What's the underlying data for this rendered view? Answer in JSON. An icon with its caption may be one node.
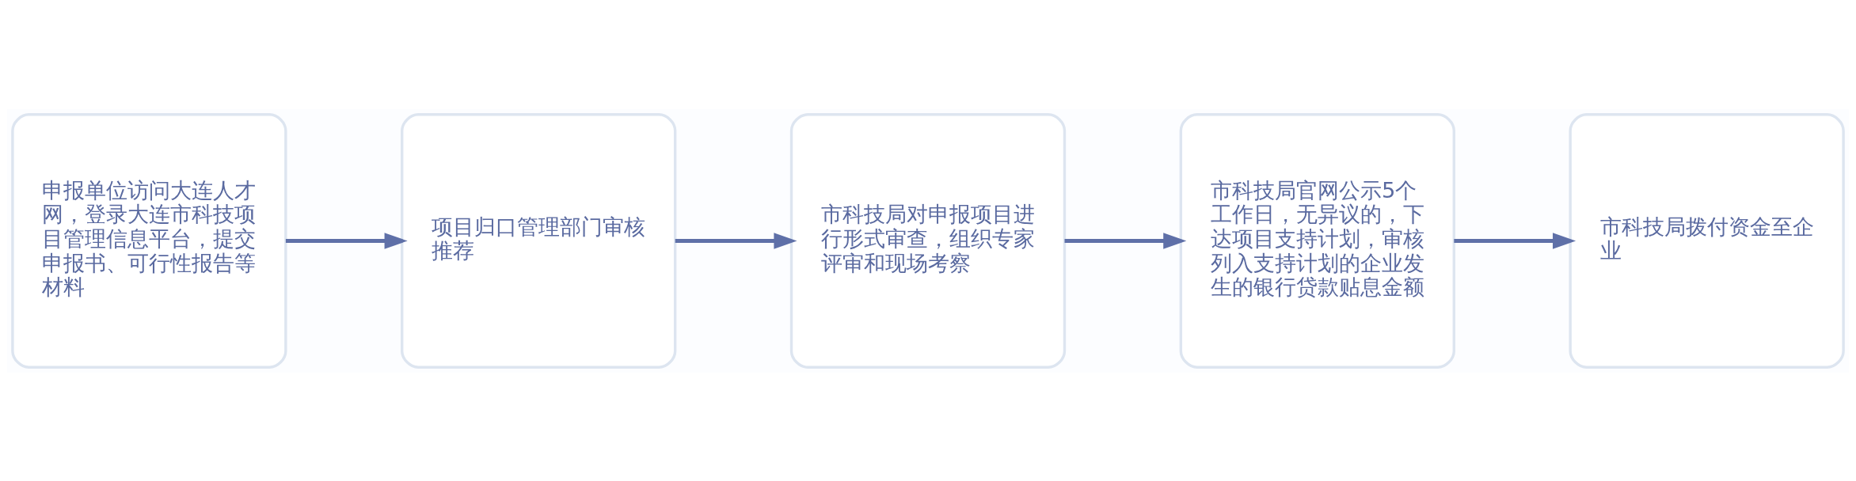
{
  "diagram": {
    "nodes": [
      {
        "text": [
          "申报单位访问大连人才网，登录大连市科技项目管理信息平台，提交申报书、可行性报告等材料"
        ]
      },
      {
        "text": [
          "项目归口管理部门审核推荐"
        ]
      },
      {
        "text": [
          "市科技局对申报项目进行形式审查，组织专家评审和现场考察"
        ]
      },
      {
        "text": [
          "市科技局官网公示5个工作日，无异议的，下达项目支持计划，审核列入支持计划的企业发生的银行贷款贴息金额"
        ]
      },
      {
        "text": [
          "市科技局拨付资金至企业"
        ]
      }
    ],
    "edges": [
      {
        "from": 0,
        "to": 1,
        "arrow": "to"
      },
      {
        "from": 1,
        "to": 2,
        "arrow": "to"
      },
      {
        "from": 2,
        "to": 3,
        "arrow": "to"
      },
      {
        "from": 3,
        "to": 4,
        "arrow": "to"
      }
    ]
  }
}
